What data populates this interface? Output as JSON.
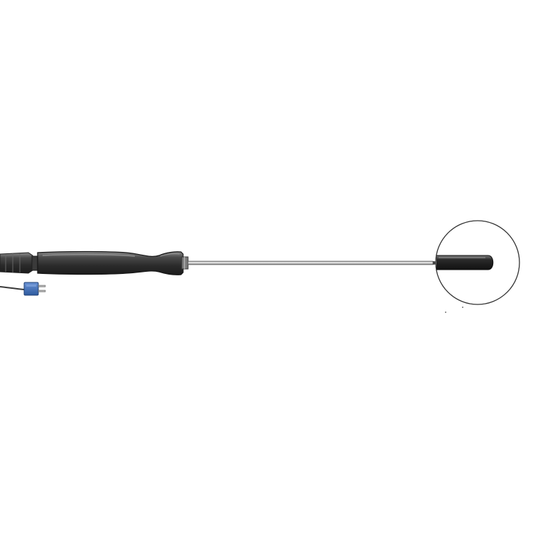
{
  "scene": {
    "subject": "temperature-probe",
    "background_color": "#ffffff",
    "colors": {
      "handle_dark": "#2b2b2b",
      "handle_mid": "#4a4a4a",
      "handle_highlight": "#8a8a8a",
      "shaft_light": "#d9d9d9",
      "shaft_dark": "#6e6e6e",
      "connector_blue": "#3f6fb8",
      "cable": "#3a3a3a",
      "magnifier_ring": "#333333"
    },
    "components": [
      "cable-strain-relief",
      "probe-handle",
      "metal-shaft",
      "sensor-tip",
      "thermocouple-connector",
      "magnified-tip-detail"
    ]
  }
}
